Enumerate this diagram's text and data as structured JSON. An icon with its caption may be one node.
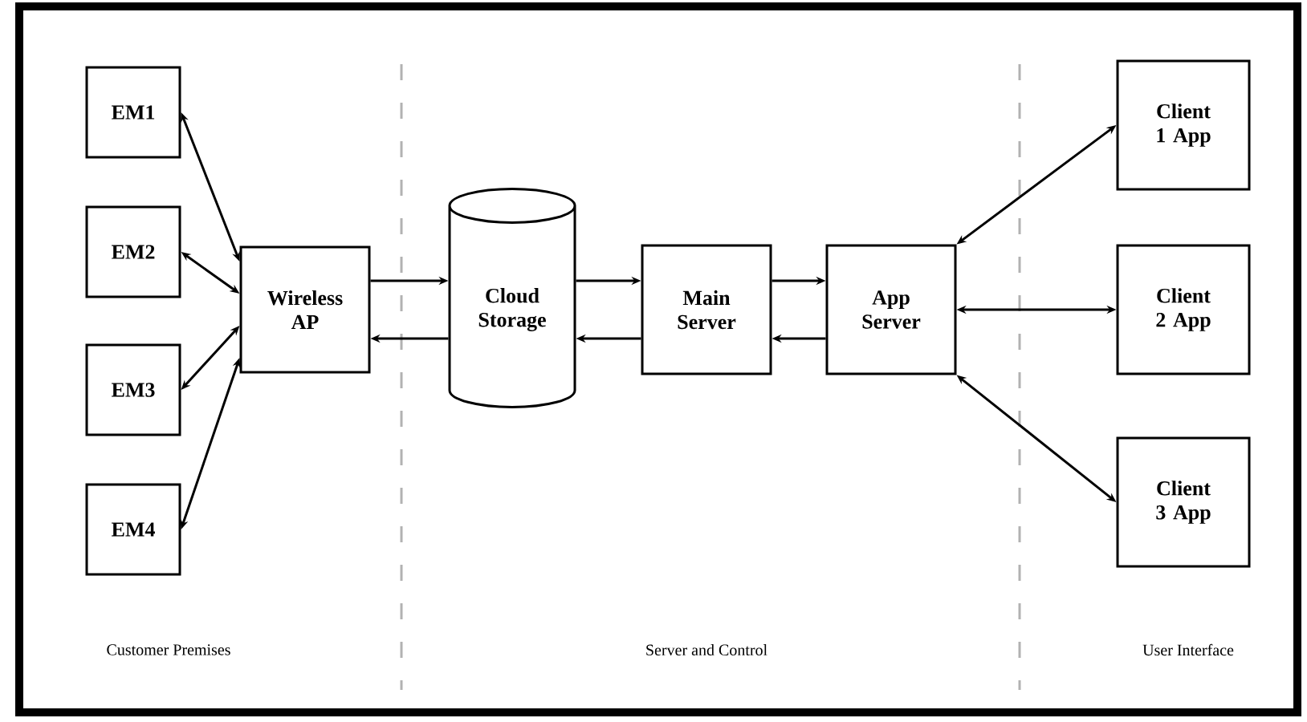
{
  "diagram": {
    "nodes": [
      {
        "text": [
          "EM1"
        ]
      },
      {
        "text": [
          "EM2"
        ]
      },
      {
        "text": [
          "EM3"
        ]
      },
      {
        "text": [
          "EM4"
        ]
      },
      {
        "text": [
          "Wireless AP"
        ]
      },
      {
        "text": [
          "Cloud Storage"
        ]
      },
      {
        "text": [
          "Main Server"
        ]
      },
      {
        "text": [
          "App Server"
        ]
      },
      {
        "text": [
          "Client 1 App"
        ]
      },
      {
        "text": [
          "Client 2 App"
        ]
      },
      {
        "text": [
          "Client 3 App"
        ]
      }
    ],
    "edges": [
      {
        "from": 0,
        "to": 4,
        "arrow": "both"
      },
      {
        "from": 1,
        "to": 4,
        "arrow": "both"
      },
      {
        "from": 2,
        "to": 4,
        "arrow": "both"
      },
      {
        "from": 3,
        "to": 4,
        "arrow": "both"
      },
      {
        "from": 4,
        "to": 5,
        "arrow": "to"
      },
      {
        "from": 5,
        "to": 4,
        "arrow": "to"
      },
      {
        "from": 5,
        "to": 6,
        "arrow": "to"
      },
      {
        "from": 6,
        "to": 5,
        "arrow": "to"
      },
      {
        "from": 6,
        "to": 7,
        "arrow": "to"
      },
      {
        "from": 7,
        "to": 6,
        "arrow": "to"
      },
      {
        "from": 7,
        "to": 8,
        "arrow": "both"
      },
      {
        "from": 7,
        "to": 9,
        "arrow": "both"
      },
      {
        "from": 7,
        "to": 10,
        "arrow": "both"
      }
    ],
    "labels": [
      "Customer Premises",
      "Server and Control",
      "User Interface"
    ]
  }
}
